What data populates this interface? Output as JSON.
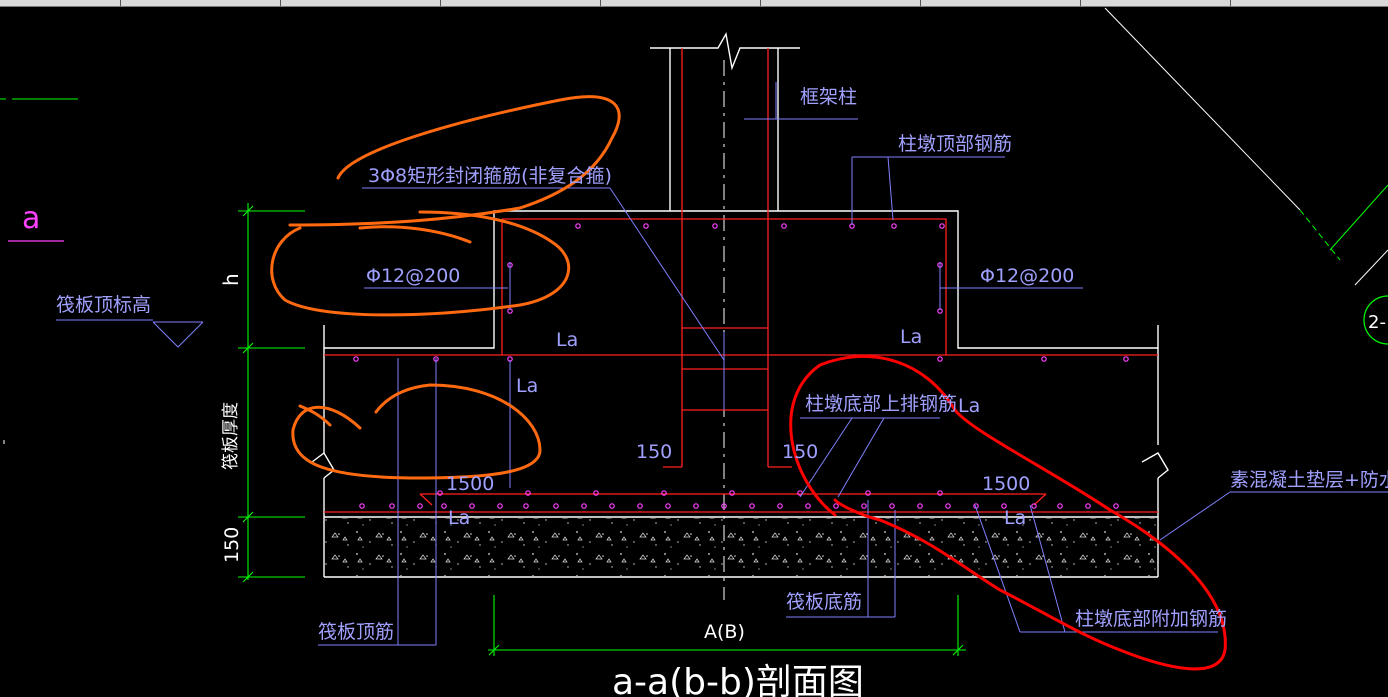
{
  "drawing": {
    "section_letter": "a",
    "title": "a-a(b-b)剖面图",
    "axis_label": "A(B)",
    "labels": {
      "frame_column": "框架柱",
      "pier_top_rebar": "柱墩顶部钢筋",
      "closed_stirrup": "3Φ8矩形封闭箍筋(非复合箍)",
      "bar_left": "Φ12@200",
      "bar_right": "Φ12@200",
      "raft_top_elevation": "筏板顶标高",
      "raft_thickness": "筏板厚度",
      "pier_bottom_upper_rebar": "柱墩底部上排钢筋",
      "bedding_layer": "素混凝土垫层+防水层",
      "raft_top_rebar": "筏板顶筋",
      "raft_bottom_rebar": "筏板底筋",
      "pier_bottom_extra_rebar": "柱墩底部附加钢筋"
    },
    "dimensions": {
      "h": "h",
      "bedding_thickness": "150",
      "offset_left": "150",
      "offset_right": "150",
      "span_left": "1500",
      "span_right": "1500"
    },
    "anchorage": {
      "la": "La"
    },
    "partial_circle_label": "2-"
  },
  "colors": {
    "background": "#000000",
    "concrete_outline": "#ffffff",
    "rebar": "#ff2020",
    "leader": "#8080ff",
    "text_blue": "#a0a0ff",
    "dimension": "#00ff00",
    "rebar_dot": "#ff40ff",
    "annotation_orange": "#ff6a10",
    "annotation_red": "#ff0000",
    "section_magenta": "#ff40ff"
  }
}
